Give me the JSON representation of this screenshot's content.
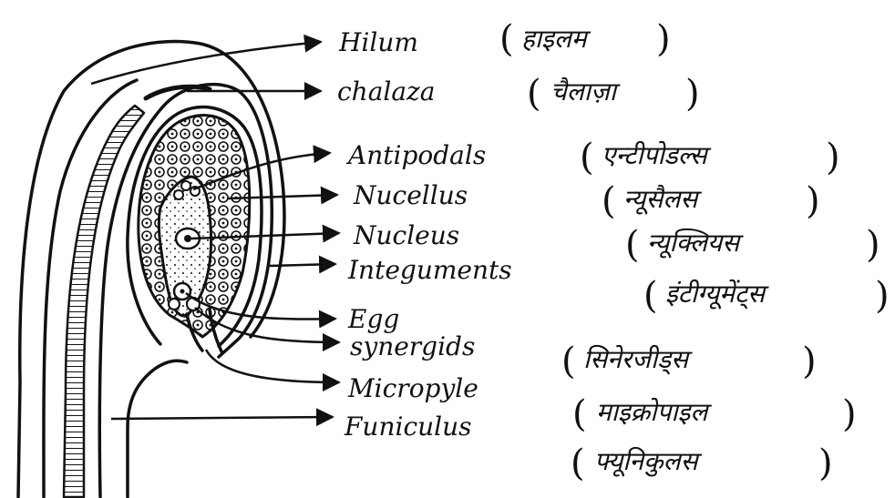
{
  "labels": [
    {
      "id": "hilum",
      "english": "Hilum",
      "hindi": "हाइलम"
    },
    {
      "id": "chalaza",
      "english": "chalaza",
      "hindi": "चैलाज़ा"
    },
    {
      "id": "antipodals",
      "english": "Antipodals",
      "hindi": "एन्टीपोडल्स"
    },
    {
      "id": "nucellus",
      "english": "Nucellus",
      "hindi": "न्यूसैलस"
    },
    {
      "id": "nucleus",
      "english": "Nucleus",
      "hindi": "न्यूक्लियस"
    },
    {
      "id": "integuments",
      "english": "Integuments",
      "hindi": "इंटीग्यूमेंट्स"
    },
    {
      "id": "egg",
      "english": "Egg",
      "hindi": ""
    },
    {
      "id": "synergids",
      "english": "synergids",
      "hindi": "सिनेरजीड्स"
    },
    {
      "id": "micropyle",
      "english": "Micropyle",
      "hindi": "माइक्रोपाइल"
    },
    {
      "id": "funiculus",
      "english": "Funiculus",
      "hindi": "फ्यूनिकुलस"
    }
  ],
  "colors": {
    "ink": "#111111",
    "paper": "#ffffff"
  }
}
